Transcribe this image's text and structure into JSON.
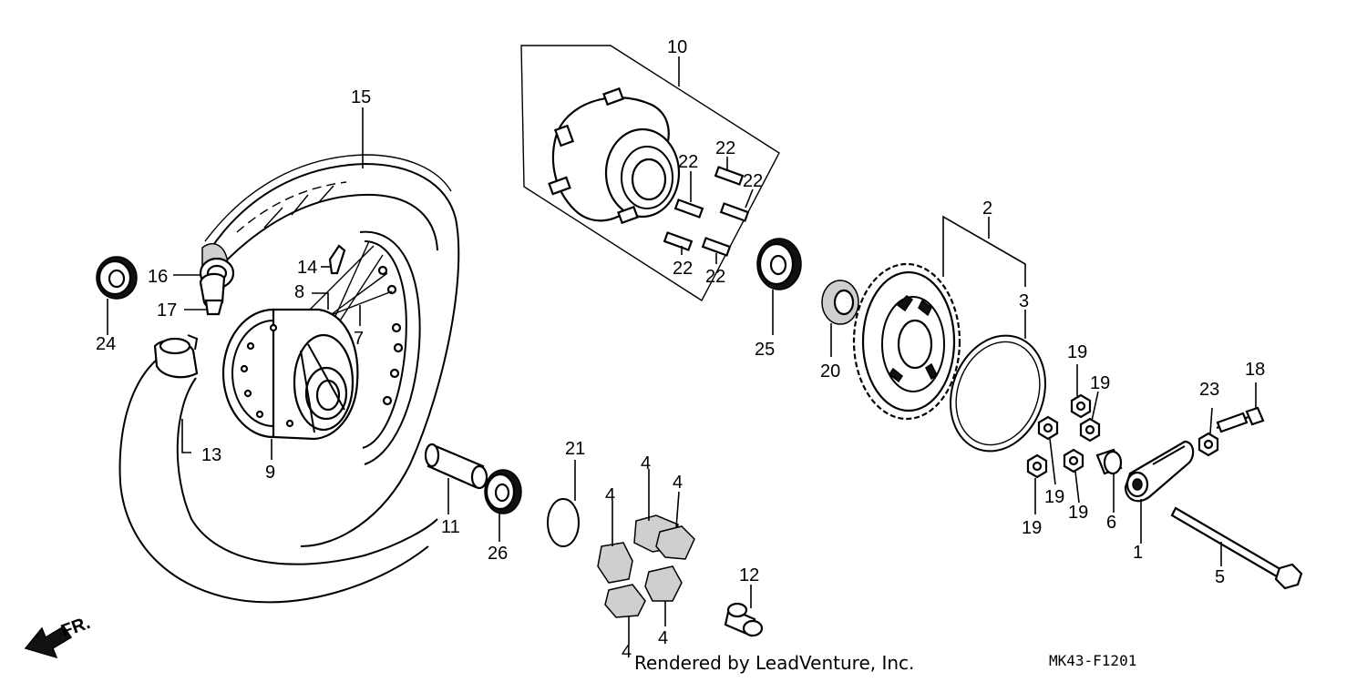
{
  "callouts": [
    "1",
    "2",
    "3",
    "4",
    "5",
    "6",
    "7",
    "8",
    "9",
    "10",
    "11",
    "12",
    "13",
    "14",
    "15",
    "16",
    "17",
    "18",
    "19",
    "20",
    "21",
    "22",
    "23",
    "24",
    "25",
    "26"
  ],
  "direction_label": "FR.",
  "credit": "Rendered by LeadVenture, Inc.",
  "diagram_code": "MK43-F1201"
}
